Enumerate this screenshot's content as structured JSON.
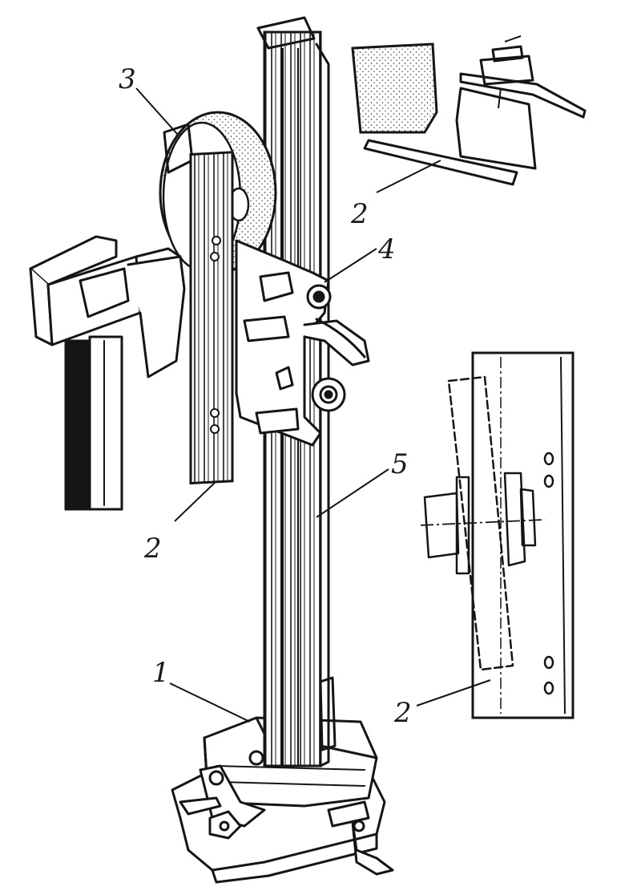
{
  "figure": {
    "labels": {
      "part_1": "1",
      "part_2_main": "2",
      "part_2_top_detail": "2",
      "part_2_side_detail": "2",
      "part_3": "3",
      "part_4": "4",
      "part_5": "5"
    }
  },
  "colors": {
    "ink": "#151515",
    "paper": "#ffffff",
    "stipple": "#2a2a2a"
  }
}
